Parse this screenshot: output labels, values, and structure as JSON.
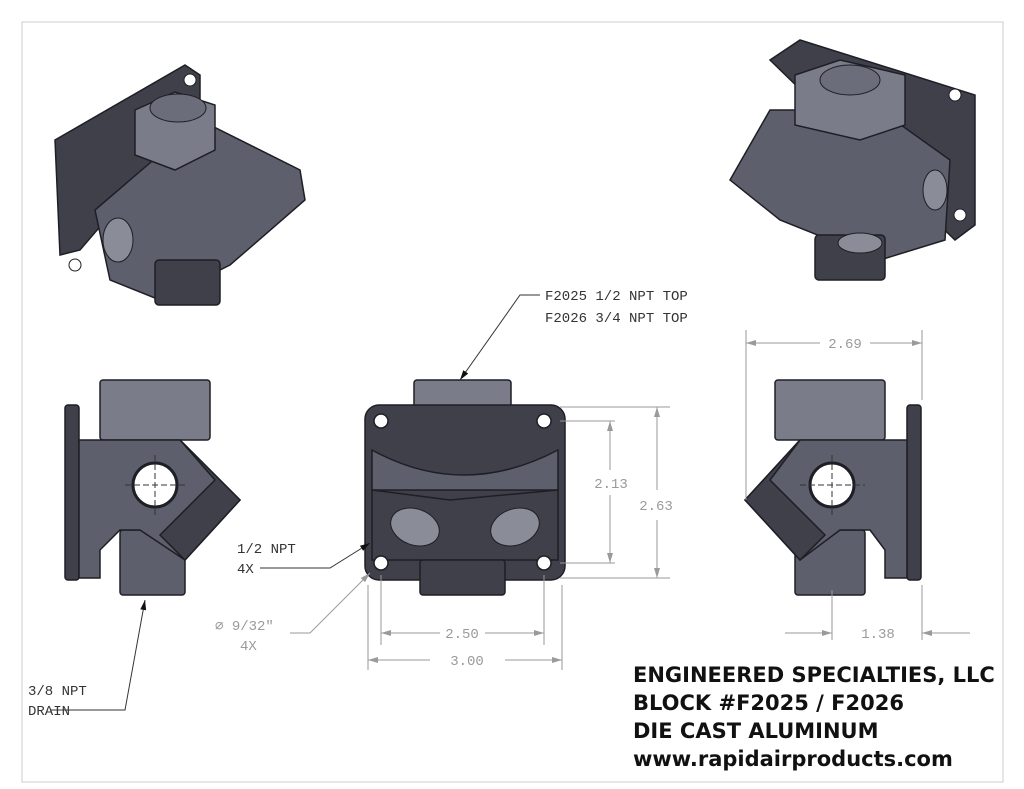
{
  "callouts": {
    "top_line1": "F2025 1/2 NPT TOP",
    "top_line2": "F2026 3/4 NPT TOP",
    "side_port_line1": "1/2 NPT",
    "side_port_line2": "4X",
    "hole_line1": "∅ 9/32\"",
    "hole_line2": "4X",
    "drain_line1": "3/8 NPT",
    "drain_line2": "DRAIN"
  },
  "dimensions": {
    "width_inner": "2.50",
    "width_outer": "3.00",
    "height_inner": "2.13",
    "height_outer": "2.63",
    "depth": "2.69",
    "offset": "1.38"
  },
  "title_block": {
    "company": "ENGINEERED SPECIALTIES, LLC",
    "part": "BLOCK #F2025 / F2026",
    "material": "DIE CAST ALUMINUM",
    "website": "www.rapidairproducts.com"
  }
}
